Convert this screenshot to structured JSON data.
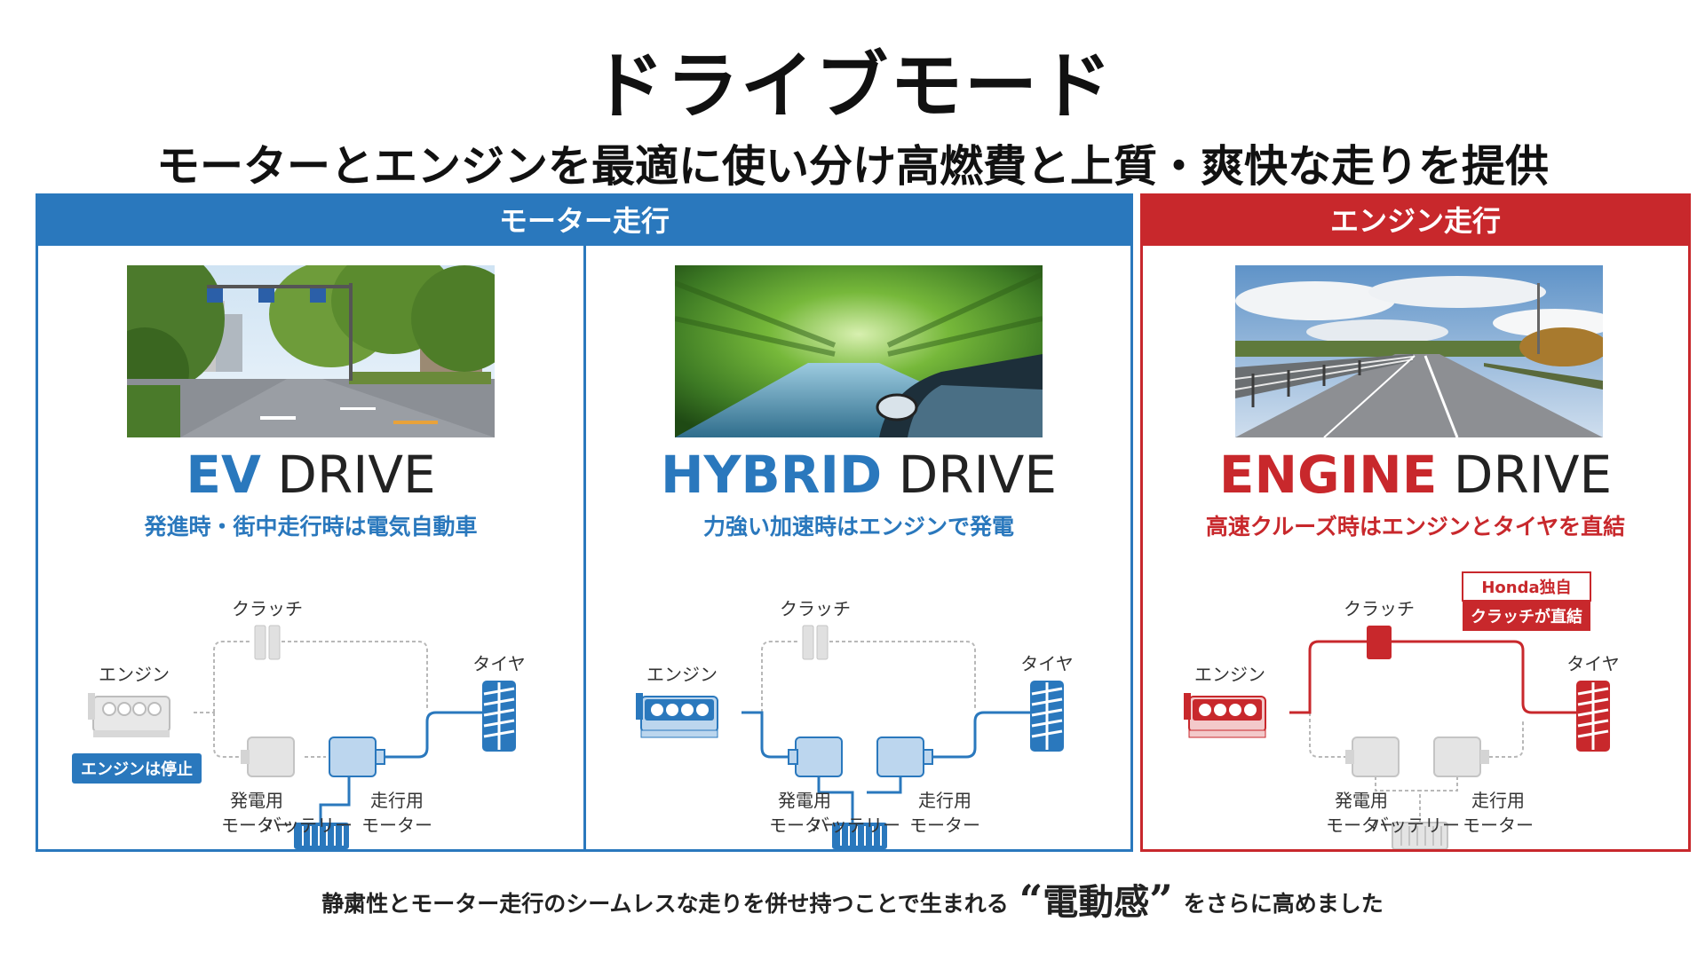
{
  "title": "ドライブモード",
  "subtitle": "モーターとエンジンを最適に使い分け高燃費と上質・爽快な走りを提供",
  "groups": {
    "motor": {
      "label": "モーター走行",
      "color": "#2a78bd"
    },
    "engine": {
      "label": "エンジン走行",
      "color": "#c8282c"
    }
  },
  "panels": {
    "ev": {
      "name_strong": "EV",
      "name_light": " DRIVE",
      "desc": "発進時・街中走行時は電気自動車",
      "engine_status": "エンジンは停止"
    },
    "hybrid": {
      "name_strong": "HYBRID",
      "name_light": " DRIVE",
      "desc": "力強い加速時はエンジンで発電"
    },
    "engine": {
      "name_strong": "ENGINE",
      "name_light": " DRIVE",
      "desc": "高速クルーズ時はエンジンとタイヤを直結",
      "badge_top": "Honda独自",
      "badge_bottom": "クラッチが直結"
    }
  },
  "labels": {
    "engine": "エンジン",
    "clutch": "クラッチ",
    "tire": "タイヤ",
    "gen_motor_1": "発電用",
    "gen_motor_2": "モーター",
    "drive_motor_1": "走行用",
    "drive_motor_2": "モーター",
    "battery": "バッテリー"
  },
  "footer": {
    "before": "静粛性とモーター走行のシームレスな走りを併せ持つことで生まれる",
    "open_quote": "“",
    "emphasis": "電動感",
    "close_quote": "”",
    "after": "をさらに高めました"
  }
}
